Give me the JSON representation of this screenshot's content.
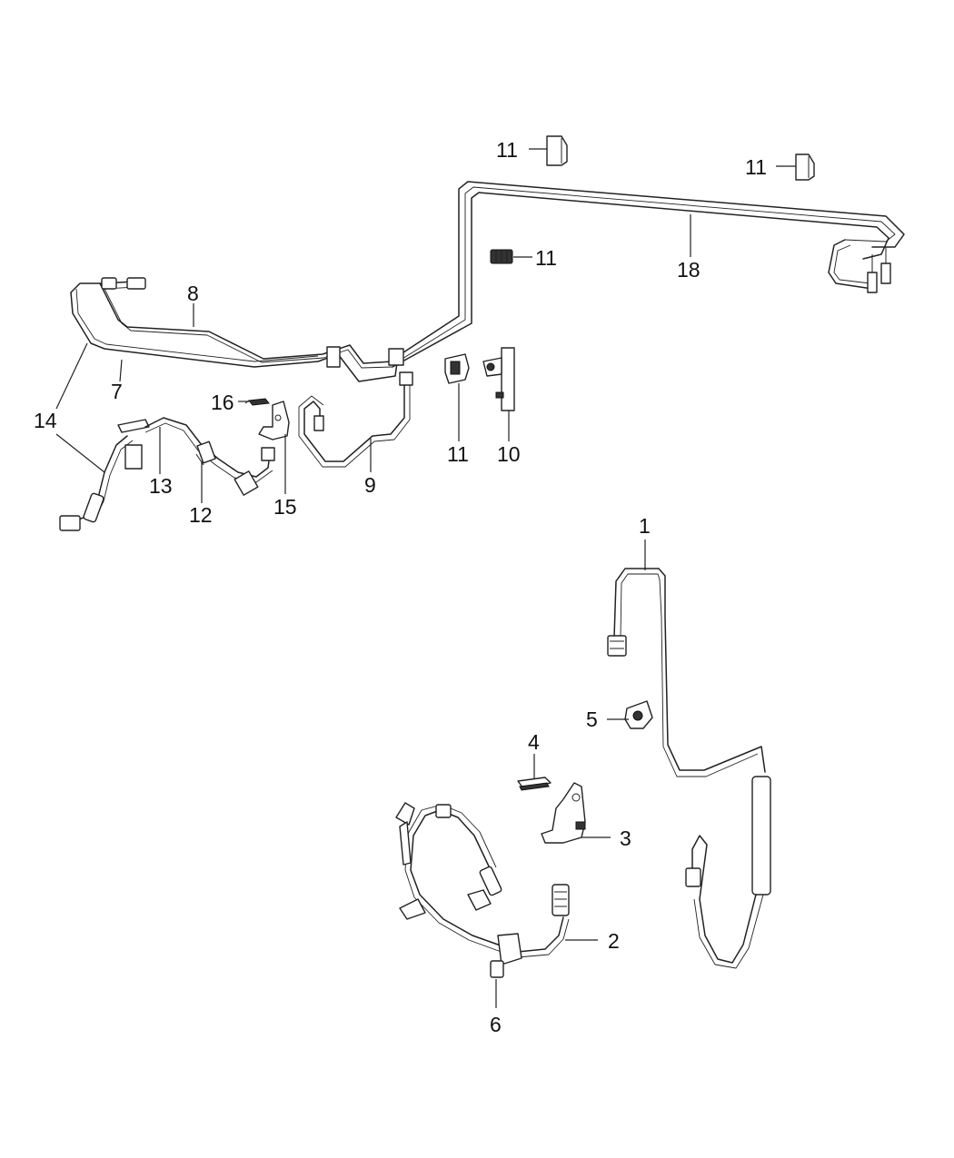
{
  "callouts": {
    "c1": "1",
    "c2": "2",
    "c3": "3",
    "c4": "4",
    "c5": "5",
    "c6": "6",
    "c7": "7",
    "c8": "8",
    "c9": "9",
    "c10": "10",
    "c11a": "11",
    "c11b": "11",
    "c11c": "11",
    "c11d": "11",
    "c12": "12",
    "c13": "13",
    "c14": "14",
    "c15": "15",
    "c16": "16",
    "c18": "18"
  }
}
